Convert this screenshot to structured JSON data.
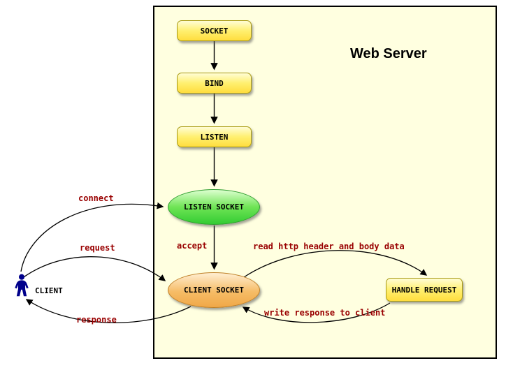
{
  "title": "Web Server",
  "nodes": {
    "socket": "SOCKET",
    "bind": "BIND",
    "listen": "LISTEN",
    "listen_socket": "LISTEN SOCKET",
    "client_socket": "CLIENT SOCKET",
    "handle_request": "HANDLE REQUEST"
  },
  "actor": {
    "label": "CLIENT"
  },
  "edge_labels": {
    "connect": "connect",
    "accept": "accept",
    "request": "request",
    "response": "response",
    "read_request": "read http header and body data",
    "write_response": "write response to client"
  },
  "colors": {
    "server_background": "#FFFFE0",
    "process_box_fill": "#FFDD3E",
    "listen_socket_fill": "#33CC33",
    "client_socket_fill": "#F0A848",
    "edge_label_color": "#990000",
    "actor_color": "#00008B",
    "arrow_color": "#000000"
  }
}
